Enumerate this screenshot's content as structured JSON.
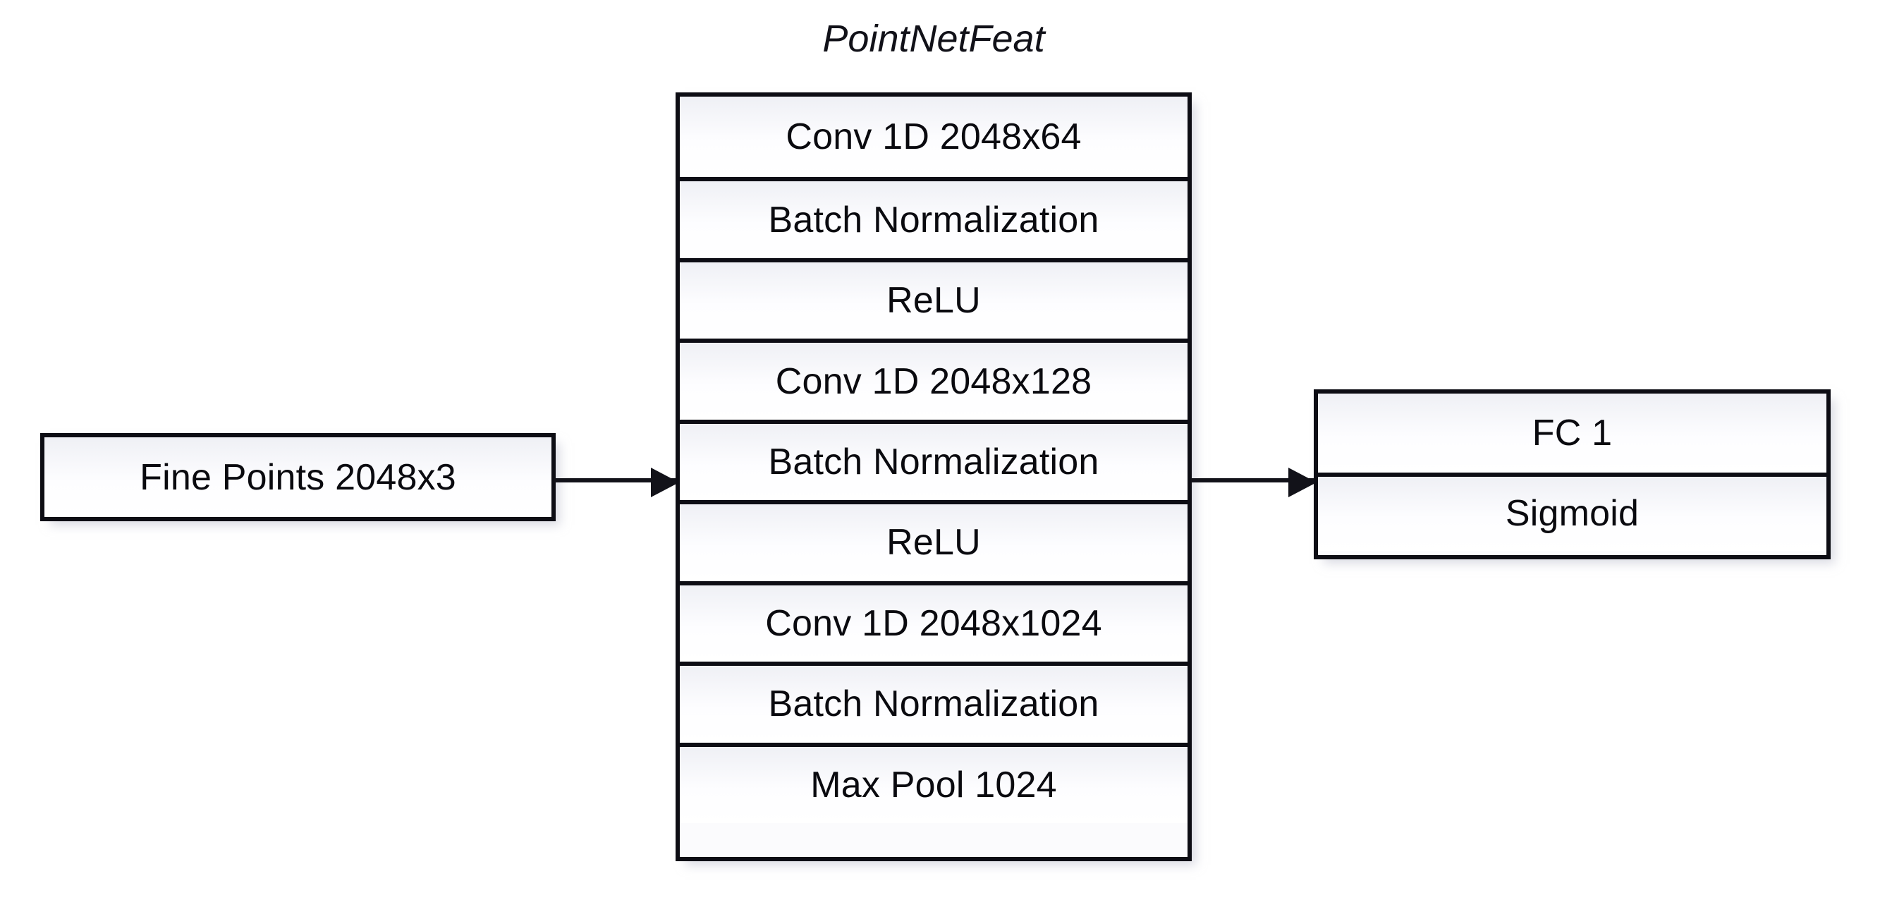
{
  "diagram": {
    "title": "PointNetFeat network architecture block diagram",
    "colors": {
      "stroke": "#121219",
      "fill": "#fbfbfd",
      "text": "#0a0a0f",
      "background": "#ffffff"
    },
    "input_node": {
      "name": "Fine Points",
      "rows": [
        {
          "label": "Fine Points 2048x3"
        }
      ]
    },
    "feature_extractor": {
      "title": "PointNetFeat",
      "rows": [
        {
          "label": "Conv 1D 2048x64"
        },
        {
          "label": "Batch Normalization"
        },
        {
          "label": "ReLU"
        },
        {
          "label": "Conv 1D 2048x128"
        },
        {
          "label": "Batch Normalization"
        },
        {
          "label": "ReLU"
        },
        {
          "label": "Conv 1D 2048x1024"
        },
        {
          "label": "Batch Normalization"
        },
        {
          "label": "Max Pool 1024"
        }
      ]
    },
    "classifier_head": {
      "rows": [
        {
          "label": "FC 1"
        },
        {
          "label": "Sigmoid"
        }
      ]
    },
    "connectors": [
      {
        "from": "Fine Points 2048x3",
        "to": "PointNetFeat",
        "icon": "arrow-right-icon"
      },
      {
        "from": "PointNetFeat",
        "to": "FC 1",
        "icon": "arrow-right-icon"
      }
    ]
  }
}
